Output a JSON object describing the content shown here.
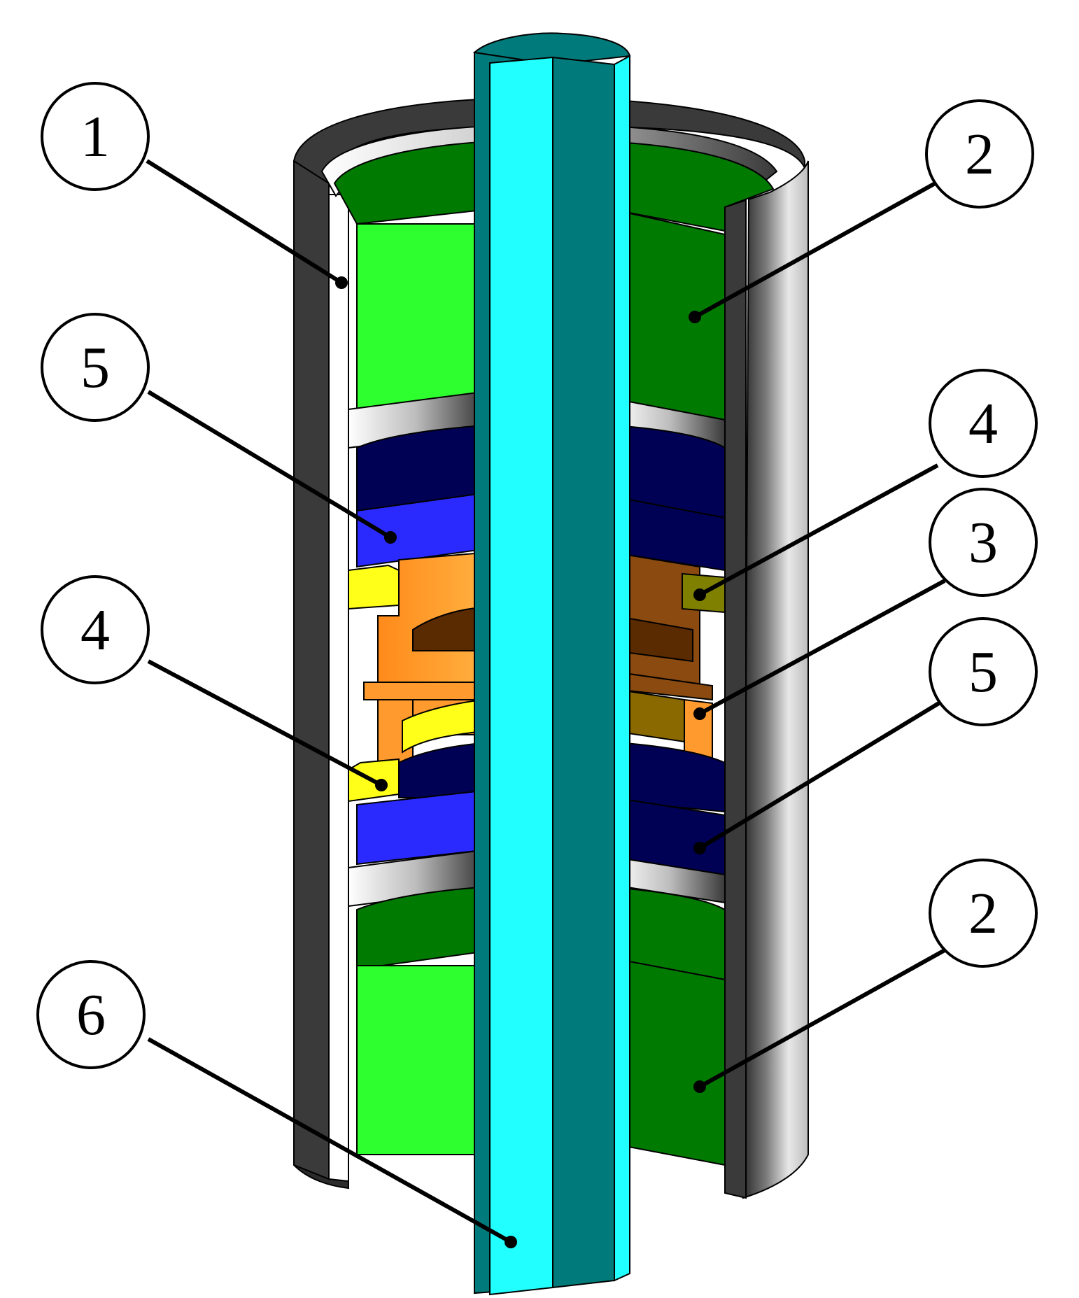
{
  "callouts": [
    {
      "id": "c1",
      "label": "1"
    },
    {
      "id": "c2a",
      "label": "2"
    },
    {
      "id": "c5a",
      "label": "5"
    },
    {
      "id": "c4a",
      "label": "4"
    },
    {
      "id": "c3",
      "label": "3"
    },
    {
      "id": "c4b",
      "label": "4"
    },
    {
      "id": "c5b",
      "label": "5"
    },
    {
      "id": "c2b",
      "label": "2"
    },
    {
      "id": "c6",
      "label": "6"
    }
  ],
  "colors": {
    "outer_tube_dark": "#3a3a3a",
    "outer_tube_light": "#c8c8c8",
    "green_light": "#2eff2e",
    "green_dark": "#007a00",
    "blue_light": "#2a2aff",
    "blue_dark": "#000055",
    "orange": "#ff9a2e",
    "brown": "#5a2a00",
    "yellow": "#ffff1a",
    "olive": "#808000",
    "cyan": "#22ffff",
    "teal": "#007a7a"
  }
}
